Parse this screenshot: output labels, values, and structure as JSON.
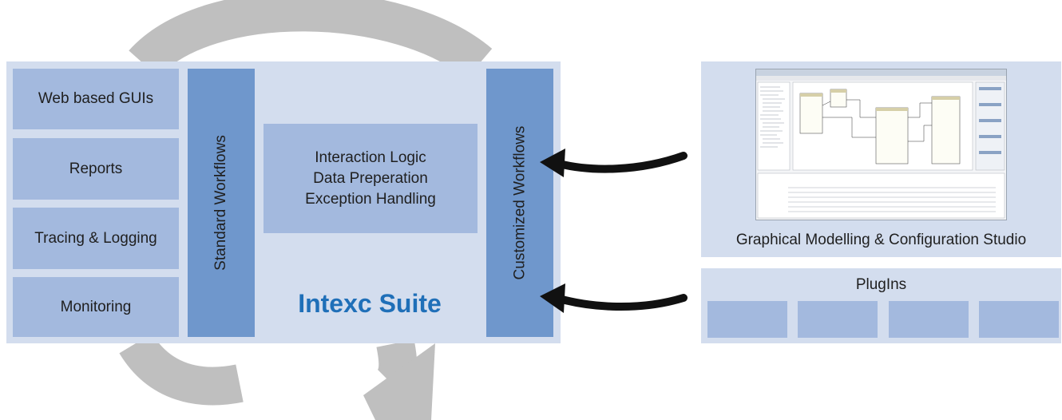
{
  "suite": {
    "title": "Intexc Suite",
    "side_items": [
      {
        "label": "Web based GUIs"
      },
      {
        "label": "Reports"
      },
      {
        "label": "Tracing & Logging"
      },
      {
        "label": "Monitoring"
      }
    ],
    "standard_workflows": "Standard Workflows",
    "customized_workflows": "Customized Workflows",
    "logic_lines": [
      "Interaction Logic",
      "Data Preperation",
      "Exception Handling"
    ]
  },
  "studio": {
    "label": "Graphical Modelling & Configuration Studio"
  },
  "plugins": {
    "label": "PlugIns",
    "slot_count": 4
  },
  "colors": {
    "panel_bg": "#d3ddee",
    "box_fill": "#a3b9de",
    "workflow_bar": "#6f97cc",
    "title_blue": "#1f6fb8",
    "cycle_arrow": "#bfbfbf",
    "connector_arrow": "#111111"
  }
}
